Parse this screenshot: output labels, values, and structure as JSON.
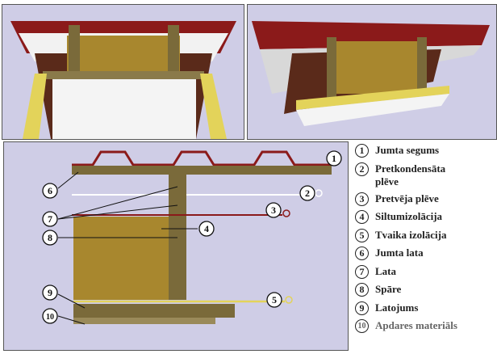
{
  "legend": [
    {
      "n": "1",
      "label": "Jumta segums"
    },
    {
      "n": "2",
      "label": "Pretkondensāta plēve"
    },
    {
      "n": "3",
      "label": "Pretvēja plēve"
    },
    {
      "n": "4",
      "label": "Siltumizolācija"
    },
    {
      "n": "5",
      "label": "Tvaika izolācija"
    },
    {
      "n": "6",
      "label": "Jumta lata"
    },
    {
      "n": "7",
      "label": "Lata"
    },
    {
      "n": "8",
      "label": "Spāre"
    },
    {
      "n": "9",
      "label": "Latojums"
    },
    {
      "n": "10",
      "label": "Apdares materiāls"
    }
  ],
  "colors": {
    "background": "#cfcde6",
    "roof": "#8b1a1a",
    "wood": "#7a6a3a",
    "insulation": "#a8872e",
    "vapor": "#e3d35a"
  }
}
